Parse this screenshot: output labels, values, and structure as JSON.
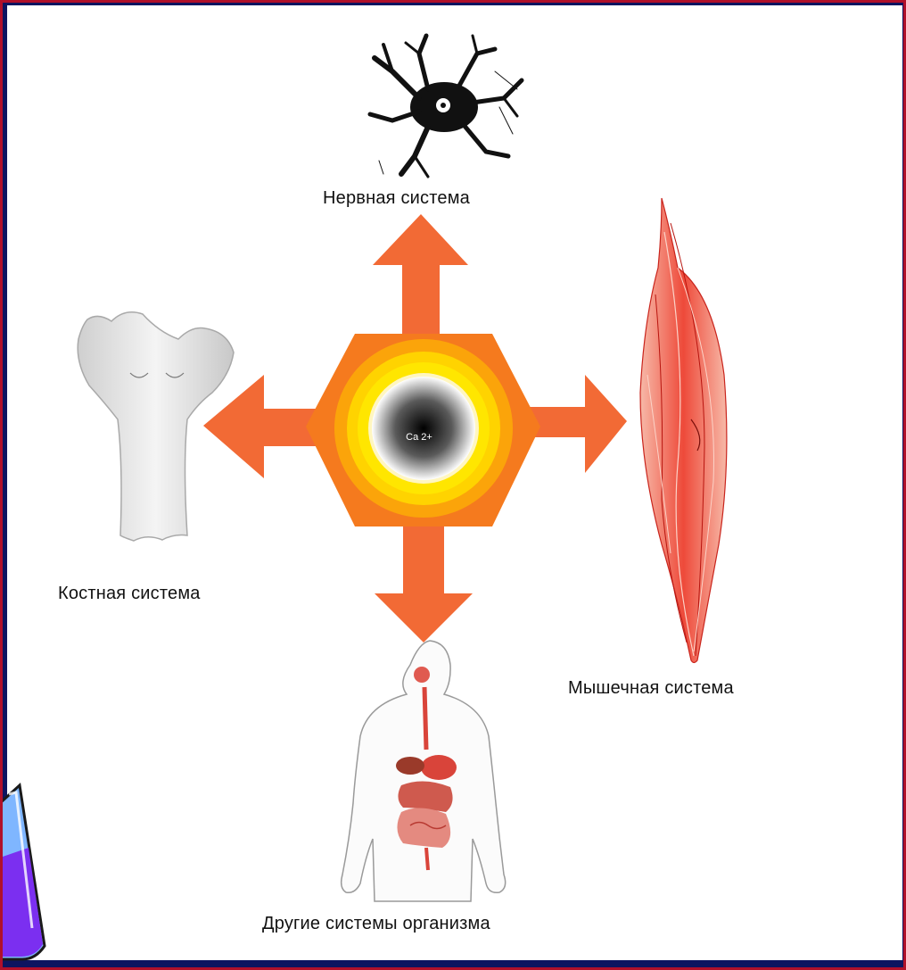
{
  "center": {
    "label": "Ca 2+"
  },
  "systems": {
    "nervous": "Нервная система",
    "bone": "Костная система",
    "muscle": "Мышечная система",
    "other": "Другие системы организма"
  },
  "colors": {
    "arrow": "#f26a35",
    "hex_outer": "#f57a1e",
    "hex_ring_yellow": "#ffe600",
    "background": "#0d1460",
    "border": "#b0102a",
    "muscle": "#e8332a"
  },
  "icons": [
    "neuron-icon",
    "bone-icon",
    "muscle-icon",
    "human-organs-icon",
    "test-tube-icon"
  ]
}
